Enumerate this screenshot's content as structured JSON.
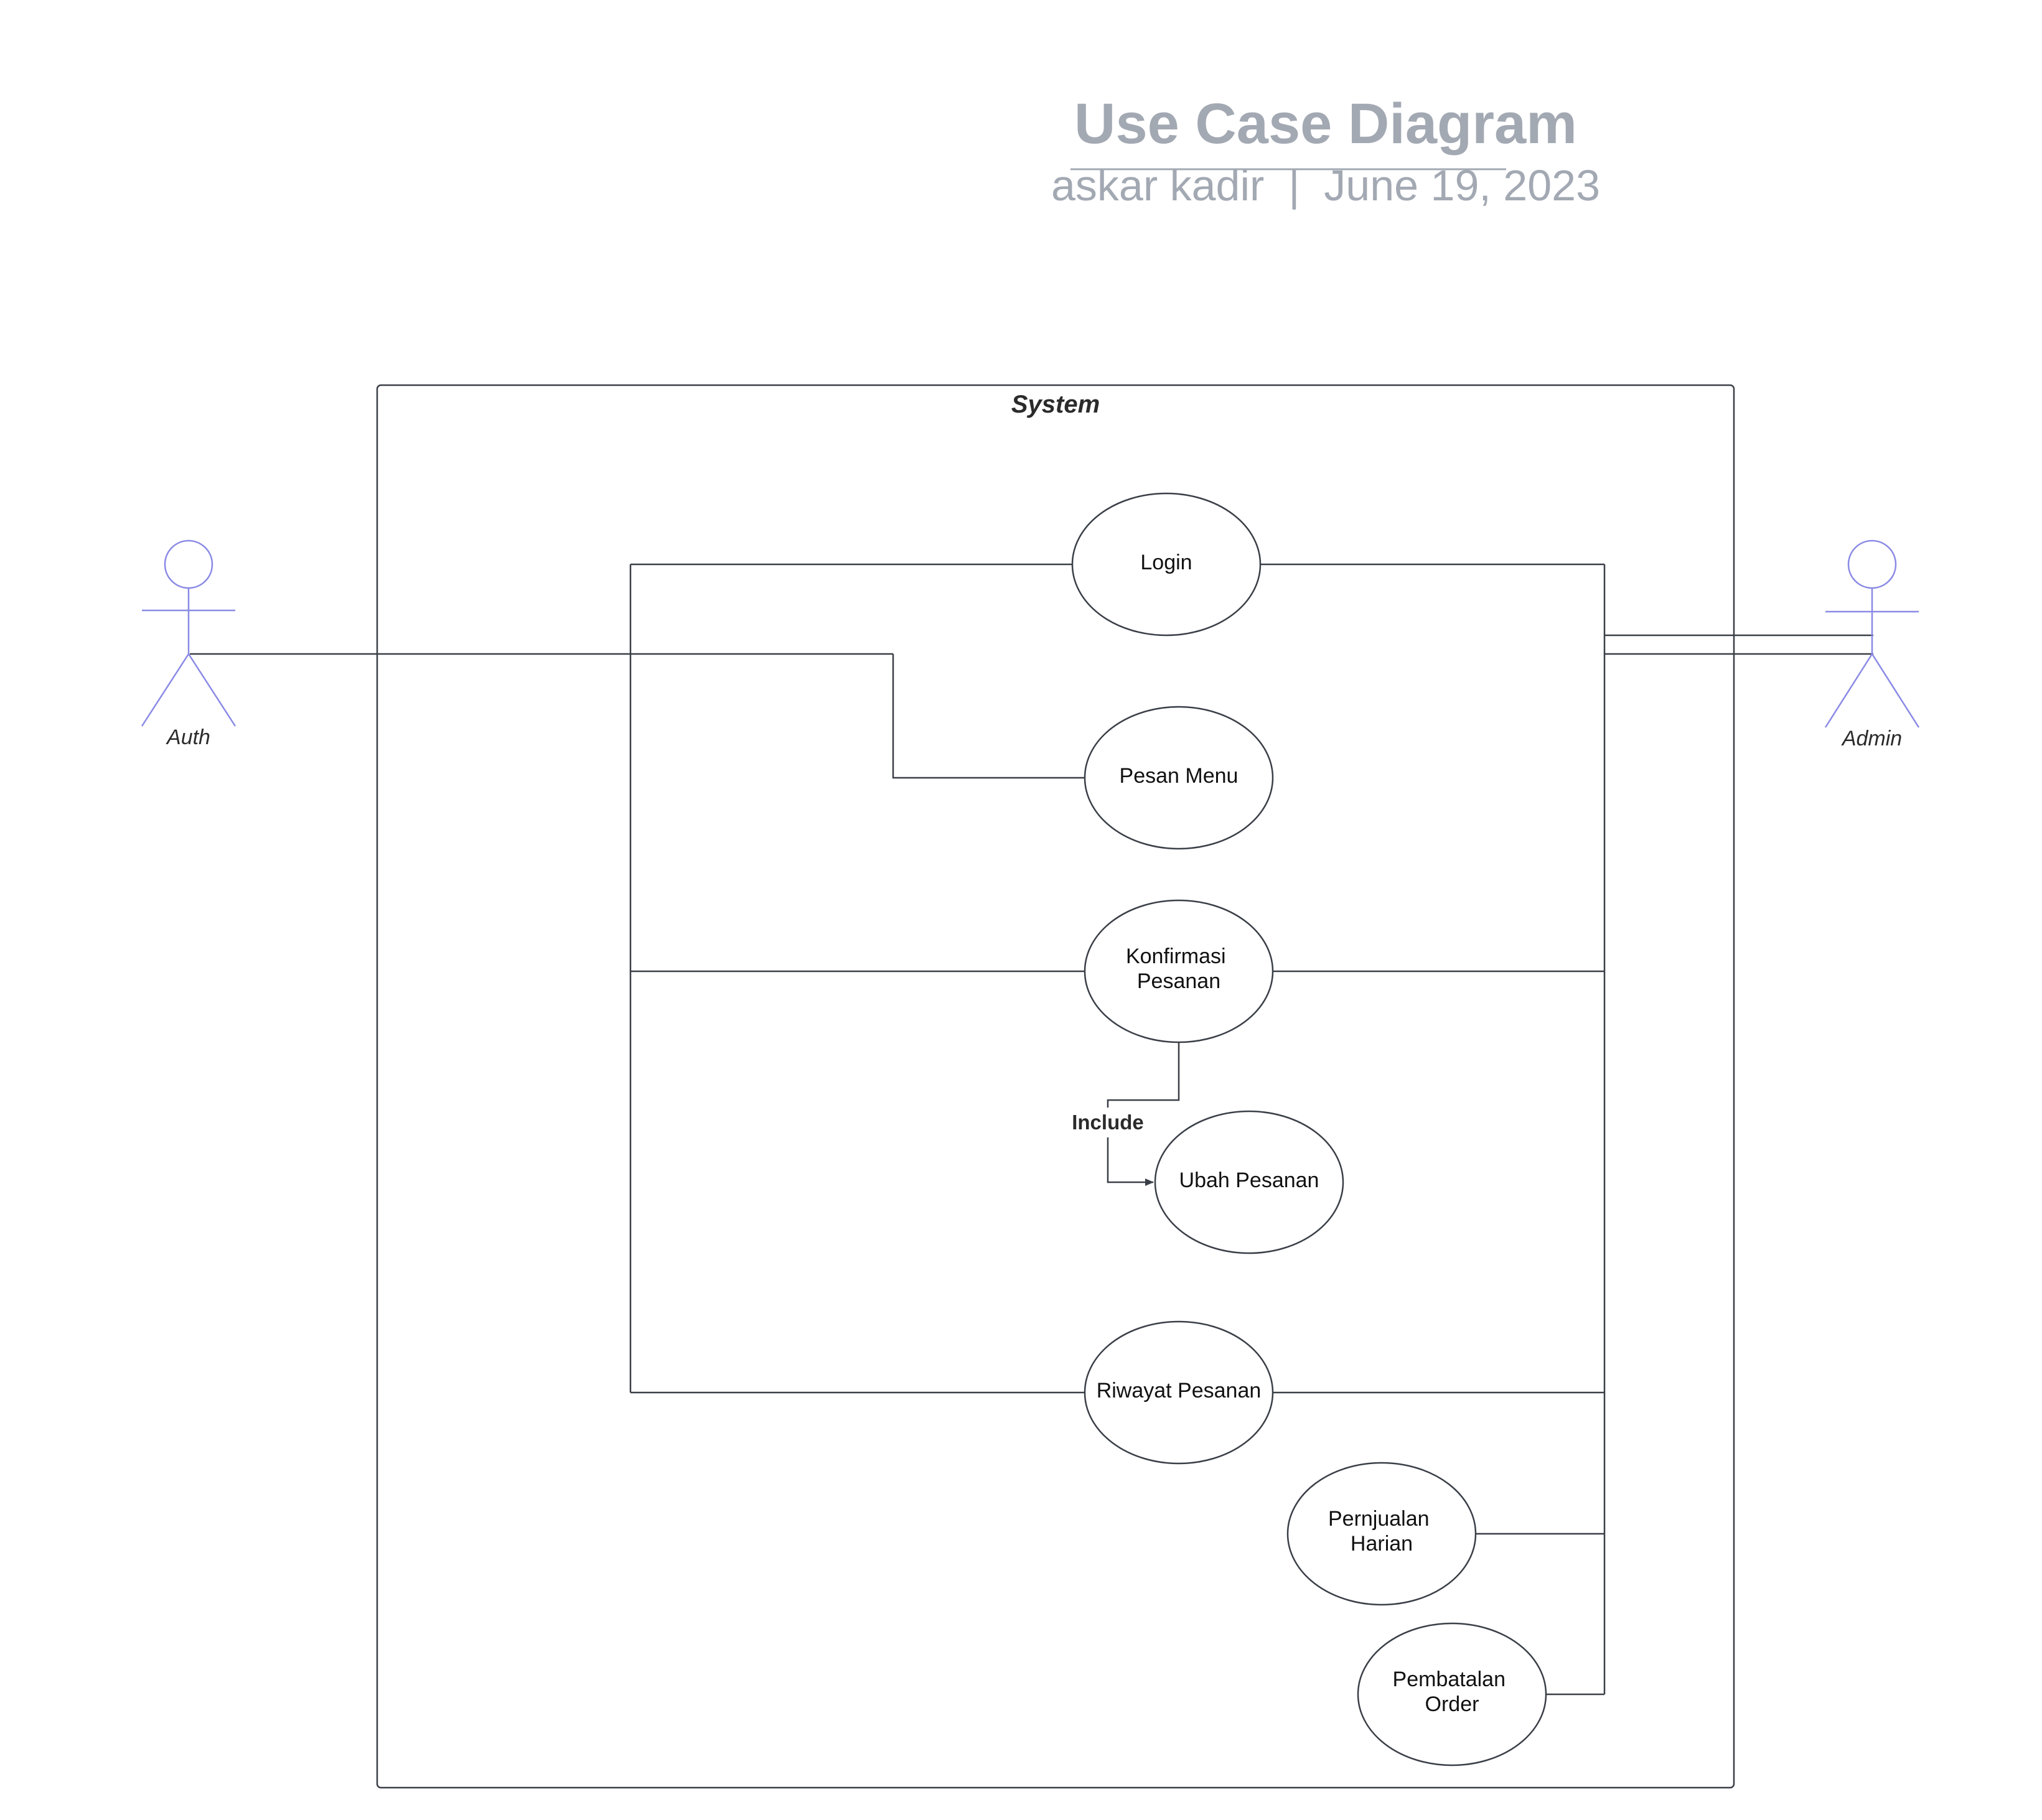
{
  "header": {
    "title": "Use Case Diagram",
    "subtitle": "askar kadir  |  June 19, 2023"
  },
  "system": {
    "label": "System"
  },
  "actors": {
    "auth": {
      "label": "Auth"
    },
    "admin": {
      "label": "Admin"
    }
  },
  "use_cases": {
    "login": {
      "lines": [
        "Login"
      ]
    },
    "pesan_menu": {
      "lines": [
        "Pesan Menu"
      ]
    },
    "konfirmasi_pesanan": {
      "lines": [
        "Konfirmasi",
        "Pesanan"
      ]
    },
    "ubah_pesanan": {
      "lines": [
        "Ubah Pesanan"
      ]
    },
    "riwayat_pesanan": {
      "lines": [
        "Riwayat Pesanan"
      ]
    },
    "penjualan_harian": {
      "lines": [
        "Pernjualan",
        "Harian"
      ]
    },
    "pembatalan_order": {
      "lines": [
        "Pembatalan",
        "Order"
      ]
    }
  },
  "relations": {
    "include_label": "Include"
  },
  "colors": {
    "title": "#a3a9b3",
    "actor": "#8a8ae6",
    "line": "#3a3f47"
  }
}
